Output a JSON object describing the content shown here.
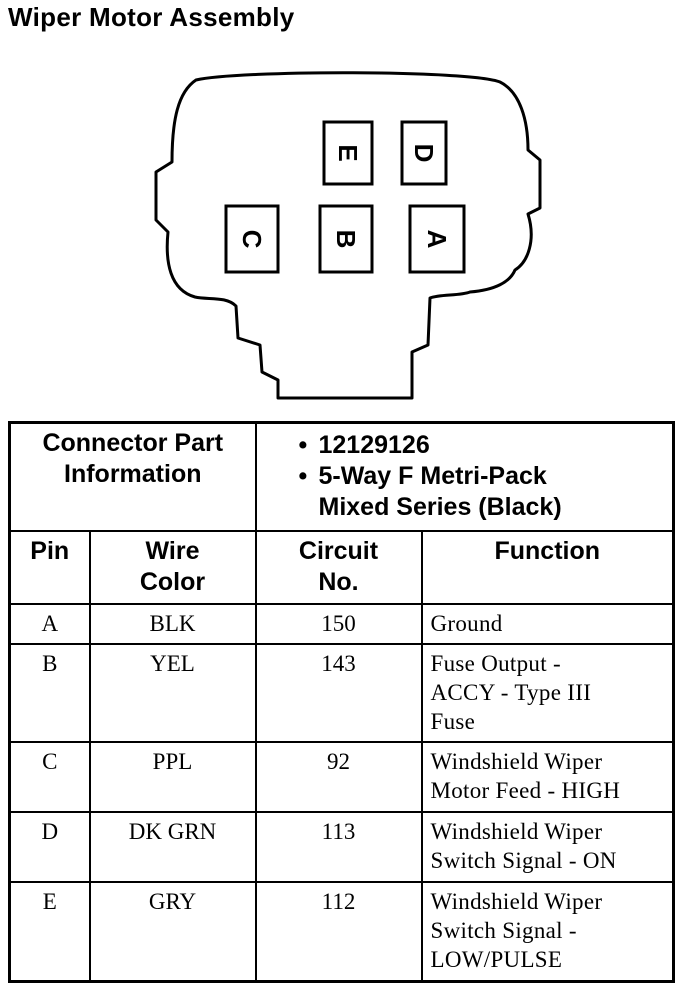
{
  "title": "Wiper Motor Assembly",
  "connector": {
    "pins": [
      "E",
      "D",
      "C",
      "B",
      "A"
    ]
  },
  "part_info": {
    "label": "Connector Part\nInformation",
    "items": [
      "12129126",
      "5-Way F Metri-Pack\nMixed Series (Black)"
    ]
  },
  "table": {
    "headers": {
      "pin": "Pin",
      "wire_color": "Wire\nColor",
      "circuit": "Circuit\nNo.",
      "function": "Function"
    },
    "rows": [
      {
        "pin": "A",
        "color": "BLK",
        "circuit": "150",
        "function": "Ground"
      },
      {
        "pin": "B",
        "color": "YEL",
        "circuit": "143",
        "function": "Fuse Output -\nACCY - Type III\nFuse"
      },
      {
        "pin": "C",
        "color": "PPL",
        "circuit": "92",
        "function": "Windshield Wiper\nMotor Feed - HIGH"
      },
      {
        "pin": "D",
        "color": "DK GRN",
        "circuit": "113",
        "function": "Windshield Wiper\nSwitch Signal - ON"
      },
      {
        "pin": "E",
        "color": "GRY",
        "circuit": "112",
        "function": "Windshield Wiper\nSwitch Signal -\nLOW/PULSE"
      }
    ]
  }
}
